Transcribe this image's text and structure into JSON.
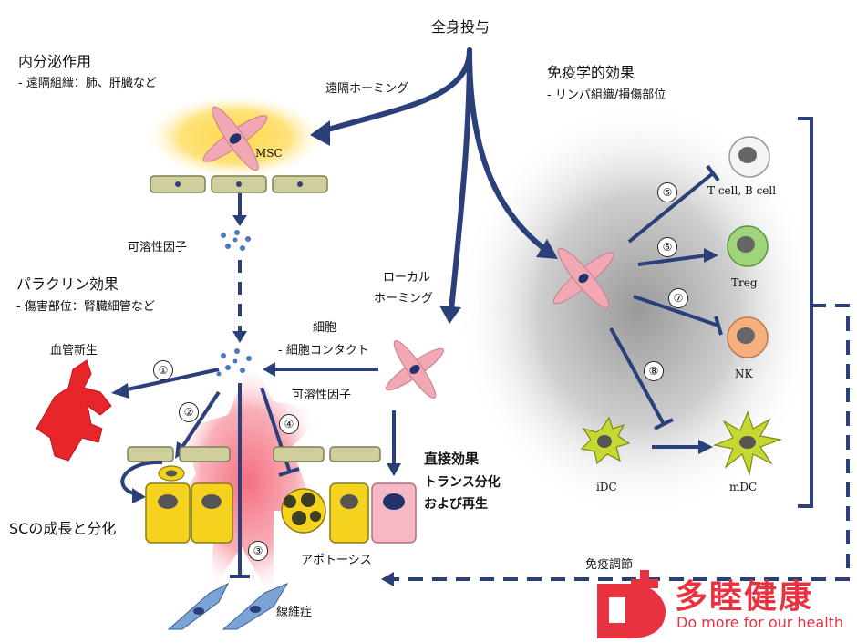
{
  "administration": "全身投与",
  "endocrine": {
    "title": "内分泌作用",
    "subtitle": "- 遠隔組織：肺、肝臓など"
  },
  "distant_homing": "遠隔ホーミング",
  "msc_label": "MSC",
  "soluble_factor_top": "可溶性因子",
  "paracrine": {
    "title": "パラクリン効果",
    "subtitle": "- 傷害部位：腎臓細管など"
  },
  "angiogenesis": "血管新生",
  "cell_contact": {
    "line1": "細胞",
    "line2": "- 細胞コンタクト"
  },
  "soluble_factor_mid": "可溶性因子",
  "local_homing": {
    "line1": "ローカル",
    "line2": "ホーミング"
  },
  "direct_effect": {
    "title": "直接効果",
    "line1": "トランス分化",
    "line2": "および再生"
  },
  "sc_growth": "SCの成長と分化",
  "apoptosis": "アポトーシス",
  "fibrosis": "線維症",
  "immune": {
    "title": "免疫学的効果",
    "subtitle": "- リンパ組織/損傷部位"
  },
  "immune_cells": {
    "tb": "T cell, B cell",
    "treg": "Treg",
    "nk": "NK",
    "idc": "iDC",
    "mdc": "mDC"
  },
  "immunomodulation": "免疫調節",
  "markers": [
    "①",
    "②",
    "③",
    "④",
    "⑤",
    "⑥",
    "⑦",
    "⑧"
  ],
  "logo": {
    "cn": "多睦健康",
    "en": "Do more for our health"
  },
  "colors": {
    "arrow": "#2b3f7a",
    "msc": "#f2a8b4",
    "vessel": "#e8252b",
    "yellow_cell": "#f4d21e",
    "injury": "#f5707e",
    "logo": "#e8323f"
  }
}
